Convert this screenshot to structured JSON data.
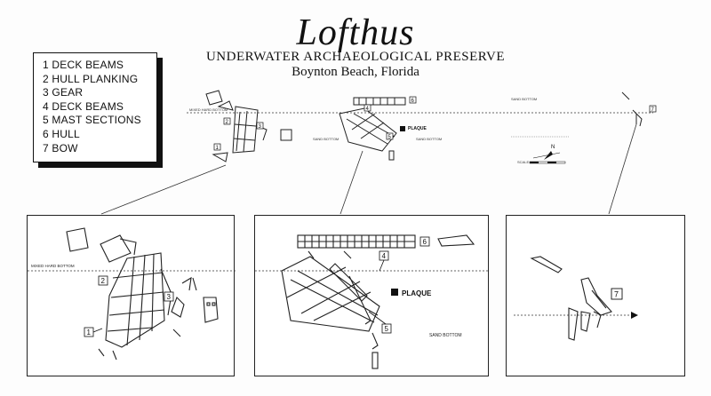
{
  "header": {
    "title": "Lofthus",
    "subtitle": "UNDERWATER ARCHAEOLOGICAL PRESERVE",
    "location": "Boynton Beach, Florida"
  },
  "legend": {
    "items": [
      "1 DECK BEAMS",
      "2 HULL PLANKING",
      "3 GEAR",
      "4 DECK BEAMS",
      "5 MAST SECTIONS",
      "6 HULL",
      "7 BOW"
    ]
  },
  "overview": {
    "labels": {
      "mixed_hard_bottom": "MIXED HARD BOTTOM",
      "sand_bottom_1": "SAND BOTTOM",
      "sand_bottom_2": "SAND BOTTOM",
      "sand_bottom_3": "SAND BOTTOM",
      "plaque": "PLAQUE",
      "scale": "SCALE",
      "north": "N"
    },
    "markers": [
      "1",
      "2",
      "3",
      "4",
      "5",
      "6",
      "7"
    ]
  },
  "panel1": {
    "label_bottom": "MIXED HARD BOTTOM",
    "markers": [
      "1",
      "2",
      "3"
    ]
  },
  "panel2": {
    "plaque": "PLAQUE",
    "sand_bottom": "SAND BOTTOM",
    "markers": [
      "4",
      "5",
      "6"
    ]
  },
  "panel3": {
    "markers": [
      "7"
    ]
  },
  "colors": {
    "ink": "#111111",
    "paper": "#fdfdfd"
  }
}
